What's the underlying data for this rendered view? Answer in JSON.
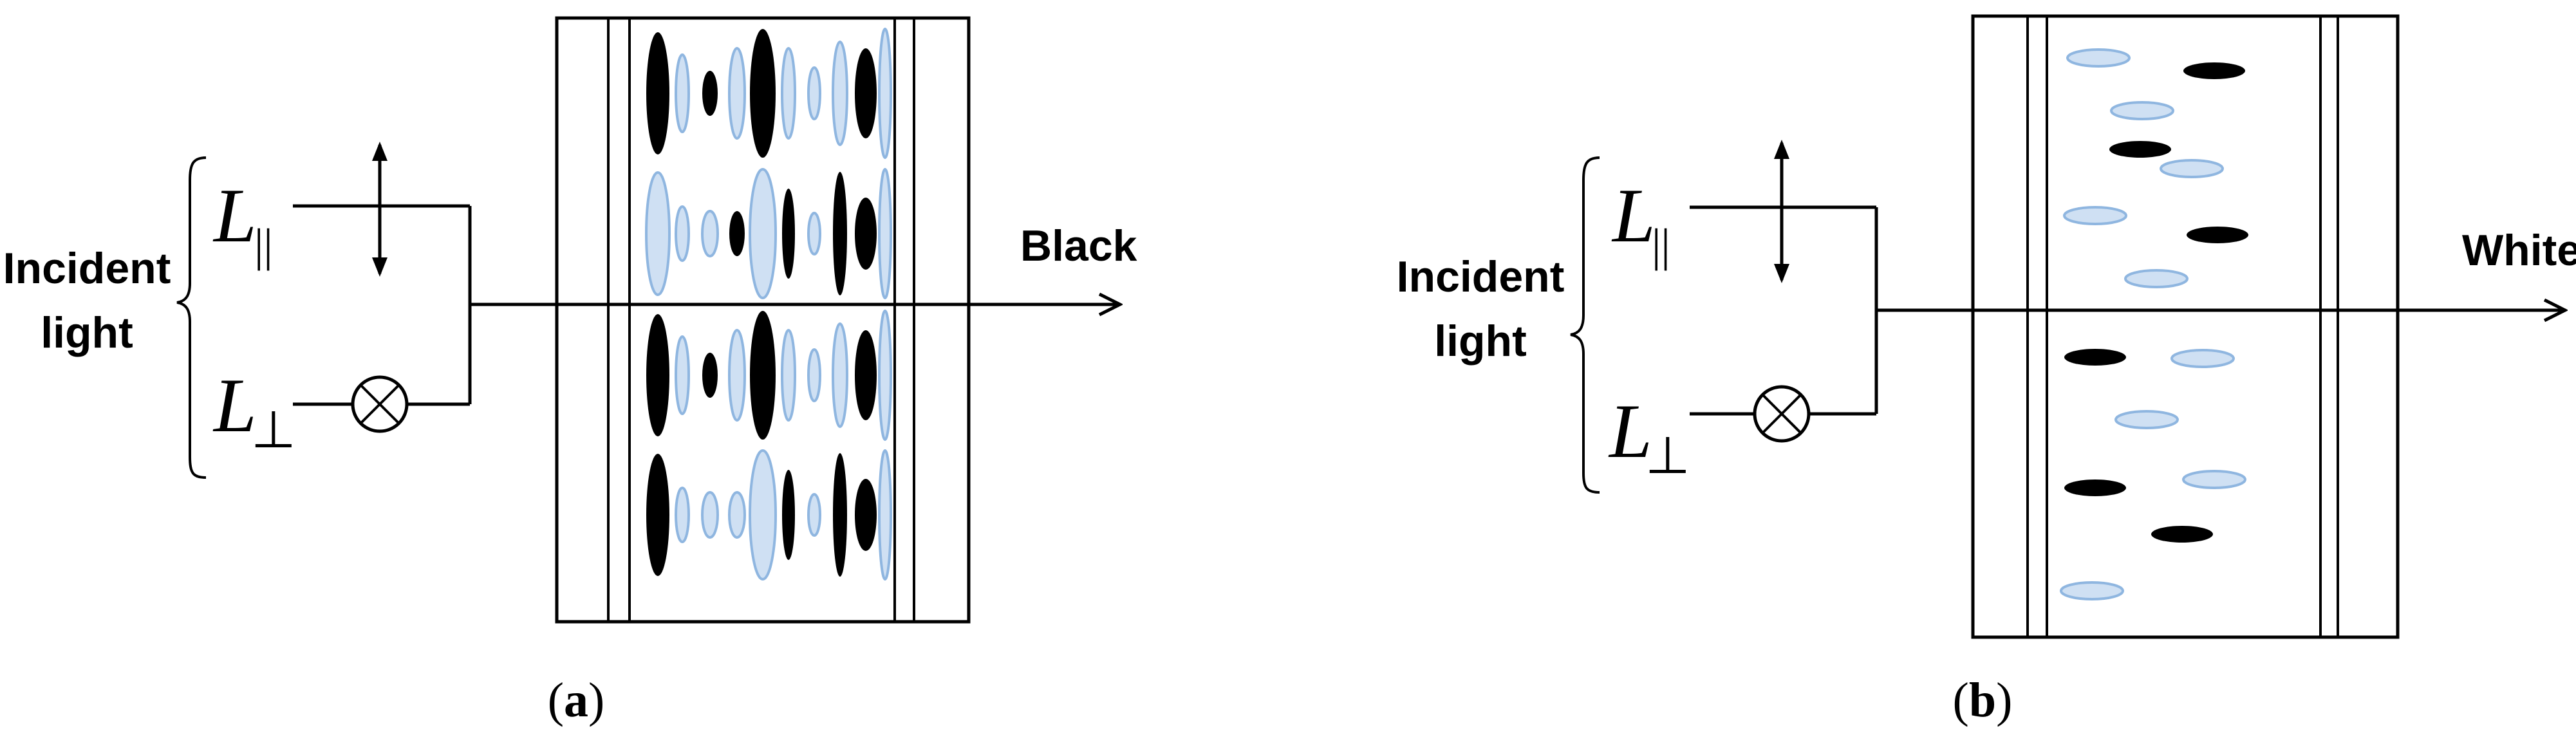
{
  "colors": {
    "black_molecule": "#000000",
    "blue_molecule_fill": "#cfe0f3",
    "blue_molecule_stroke": "#8fb6e0",
    "line": "#000000"
  },
  "panel_a": {
    "incident_line1": "Incident",
    "incident_line2": "light",
    "l_parallel_letter": "L",
    "l_parallel_sub": "||",
    "l_perp_letter": "L",
    "l_perp_sub": "⊥",
    "output_label": "Black",
    "caption_open": "(",
    "caption_letter": "a",
    "caption_close": ")"
  },
  "panel_b": {
    "incident_line1": "Incident",
    "incident_line2": "light",
    "l_parallel_letter": "L",
    "l_parallel_sub": "||",
    "l_perp_letter": "L",
    "l_perp_sub": "⊥",
    "output_label": "White",
    "caption_open": "(",
    "caption_letter": "b",
    "caption_close": ")"
  },
  "icons": {
    "double_arrow": "vertical-double-arrow-icon",
    "cross_circle": "circle-cross-icon",
    "bracket": "curly-bracket-icon",
    "arrow": "arrow-right-icon"
  }
}
